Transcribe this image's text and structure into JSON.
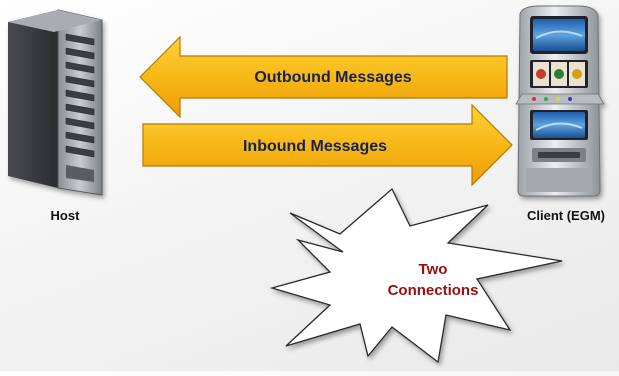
{
  "host": {
    "label": "Host",
    "icon": "server-tower-icon"
  },
  "client": {
    "label": "Client (EGM)",
    "icon": "slot-machine-icon"
  },
  "arrows": {
    "outbound": {
      "label": "Outbound Messages",
      "direction": "left"
    },
    "inbound": {
      "label": "Inbound Messages",
      "direction": "right"
    }
  },
  "callout": {
    "line1": "Two",
    "line2": "Connections",
    "shape": "starburst"
  },
  "colors": {
    "arrow_fill_top": "#f7c21a",
    "arrow_fill_bottom": "#f4a20f",
    "arrow_stroke": "#b87d00",
    "callout_text": "#9b1010"
  }
}
